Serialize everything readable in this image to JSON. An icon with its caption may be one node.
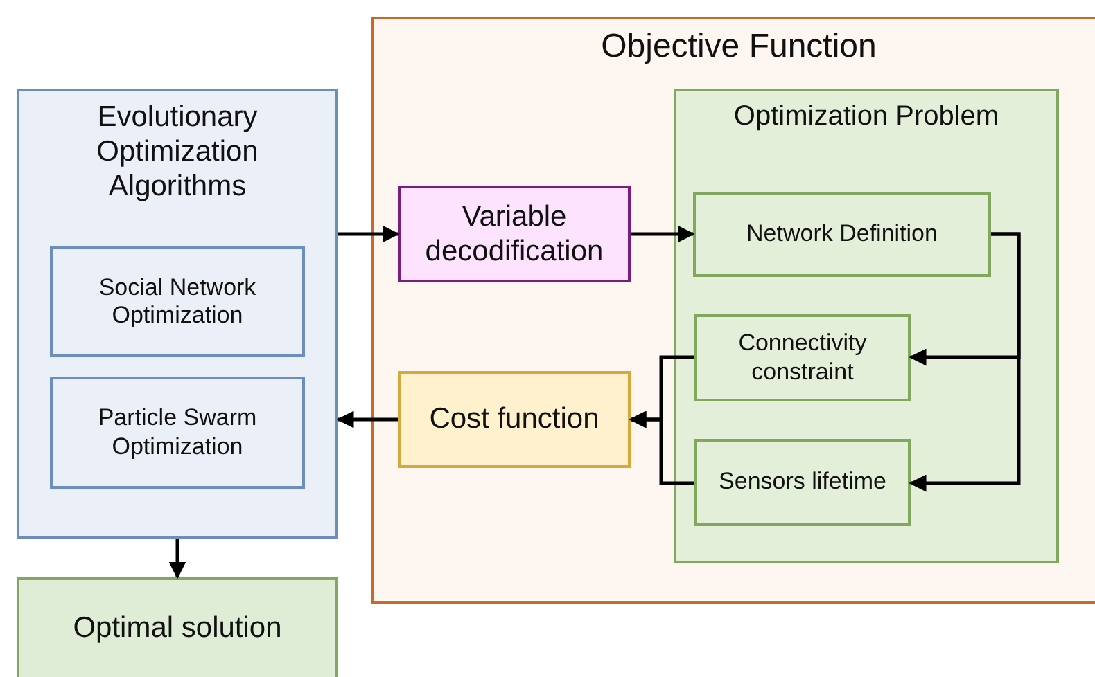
{
  "diagram": {
    "nodes": [
      {
        "text": [
          "Evolutionary Optimization Algorithms"
        ]
      },
      {
        "text": [
          "Social Network Optimization"
        ],
        "in": 0
      },
      {
        "text": [
          "Particle Swarm Optimization"
        ],
        "in": 0
      },
      {
        "text": [
          "Optimal solution"
        ]
      },
      {
        "text": [
          "Objective Function"
        ]
      },
      {
        "text": [
          "Variable decodification"
        ],
        "in": 4
      },
      {
        "text": [
          "Cost function"
        ],
        "in": 4
      },
      {
        "text": [
          "Optimization Problem"
        ],
        "in": 4
      },
      {
        "text": [
          "Network Definition"
        ],
        "in": 7
      },
      {
        "text": [
          "Connectivity constraint"
        ],
        "in": 7
      },
      {
        "text": [
          "Sensors lifetime"
        ],
        "in": 7
      }
    ],
    "edges": [
      {
        "from": 0,
        "to": 5,
        "arrow": "to"
      },
      {
        "from": 5,
        "to": 8,
        "arrow": "to"
      },
      {
        "from": 8,
        "to": 9,
        "arrow": "to"
      },
      {
        "from": 8,
        "to": 10,
        "arrow": "to"
      },
      {
        "from": 9,
        "to": 6,
        "arrow": "to"
      },
      {
        "from": 10,
        "to": 6,
        "arrow": "to"
      },
      {
        "from": 6,
        "to": 0,
        "arrow": "to"
      },
      {
        "from": 0,
        "to": 3,
        "arrow": "to"
      }
    ]
  }
}
